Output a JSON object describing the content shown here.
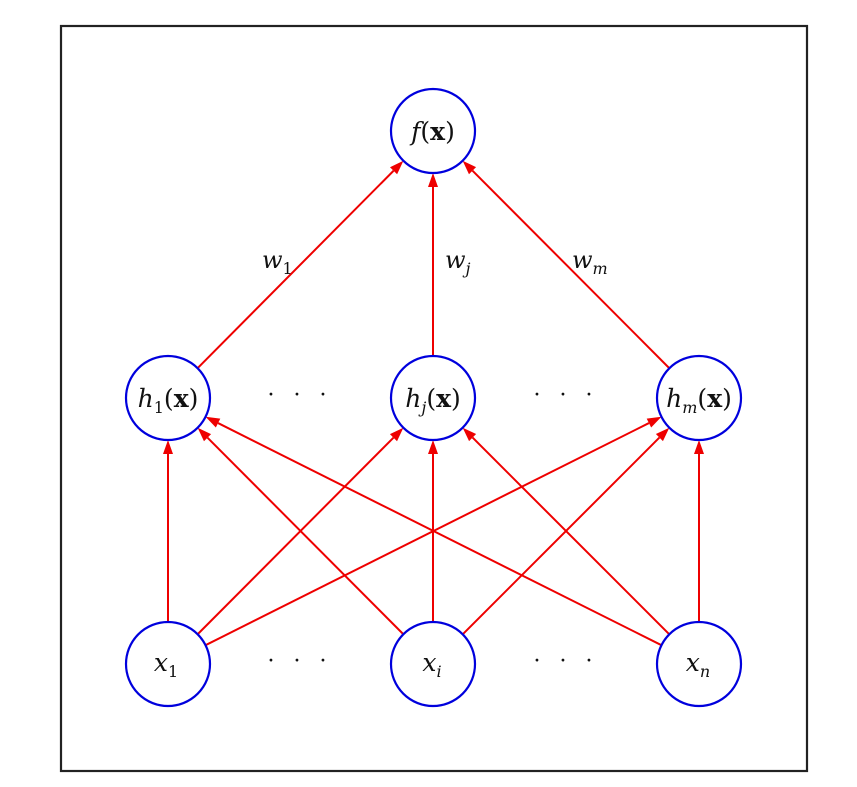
{
  "diagram": {
    "colors": {
      "node_stroke": "#0000dd",
      "edge": "#ee0000",
      "frame": "#222222",
      "text": "#111111"
    },
    "output_node": {
      "label_func": "f",
      "label_arg": "x"
    },
    "hidden_nodes": [
      {
        "id": "h1",
        "base": "h",
        "sub": "1",
        "arg": "x"
      },
      {
        "id": "hj",
        "base": "h",
        "sub": "j",
        "arg": "x"
      },
      {
        "id": "hm",
        "base": "h",
        "sub": "m",
        "arg": "x"
      }
    ],
    "input_nodes": [
      {
        "id": "x1",
        "base": "x",
        "sub": "1"
      },
      {
        "id": "xi",
        "base": "x",
        "sub": "i"
      },
      {
        "id": "xn",
        "base": "x",
        "sub": "n"
      }
    ],
    "weights": [
      {
        "base": "w",
        "sub": "1"
      },
      {
        "base": "w",
        "sub": "j"
      },
      {
        "base": "w",
        "sub": "m"
      }
    ],
    "ellipsis": "· · ·",
    "edges_input_to_hidden": [
      [
        "x1",
        "h1"
      ],
      [
        "x1",
        "hj"
      ],
      [
        "x1",
        "hm"
      ],
      [
        "xi",
        "h1"
      ],
      [
        "xi",
        "hj"
      ],
      [
        "xi",
        "hm"
      ],
      [
        "xn",
        "h1"
      ],
      [
        "xn",
        "hj"
      ],
      [
        "xn",
        "hm"
      ]
    ],
    "edges_hidden_to_output": [
      [
        "h1",
        "f"
      ],
      [
        "hj",
        "f"
      ],
      [
        "hm",
        "f"
      ]
    ]
  }
}
